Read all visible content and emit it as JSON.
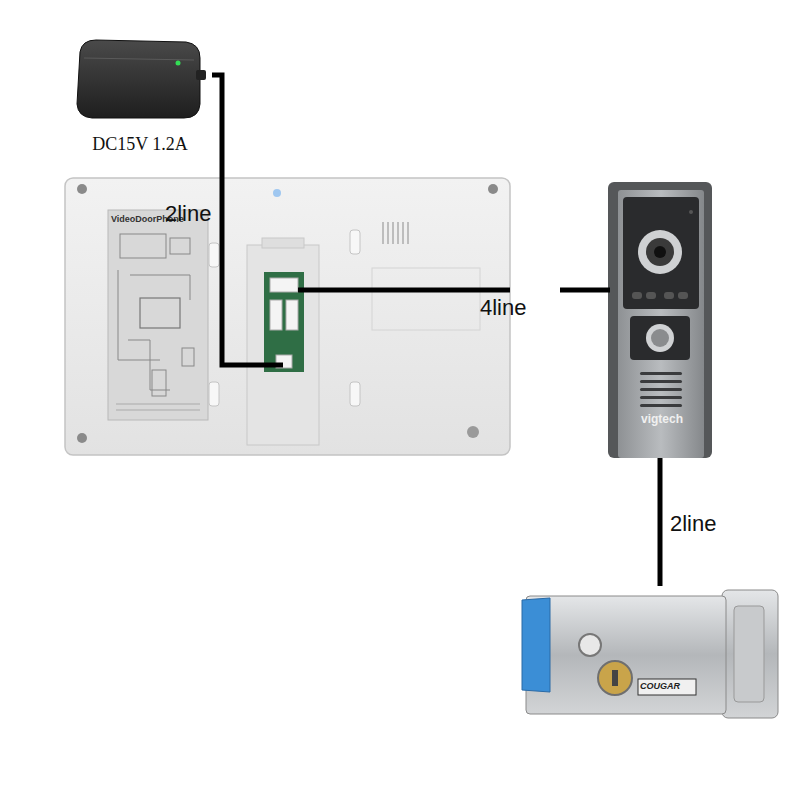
{
  "diagram": {
    "nodes": [
      {
        "text": [
          "DC15V 1.2A"
        ]
      },
      {
        "text": [
          "VideoDoorPhone"
        ]
      },
      {
        "text": [
          "vigtech"
        ]
      },
      {
        "text": [
          "COUGAR"
        ]
      }
    ],
    "edges": [
      {
        "from": 0,
        "to": 1,
        "arrow": "none",
        "label": "2line"
      },
      {
        "from": 1,
        "to": 2,
        "arrow": "none",
        "label": "4line"
      },
      {
        "from": 2,
        "to": 3,
        "arrow": "none",
        "label": "2line"
      }
    ]
  }
}
